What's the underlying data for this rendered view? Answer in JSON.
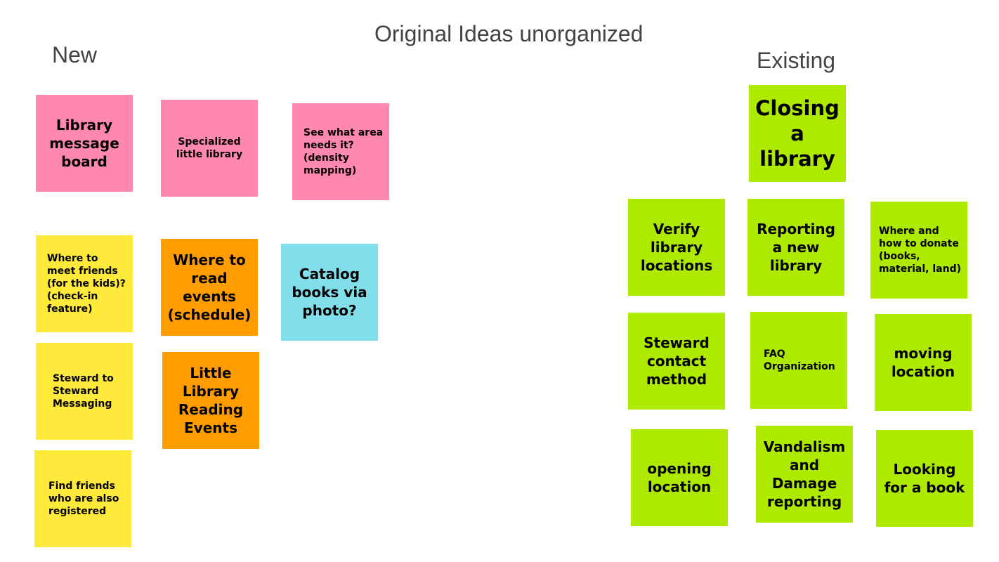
{
  "title": "Original Ideas unorganized",
  "columns": {
    "new_label": "New",
    "existing_label": "Existing"
  },
  "colors": {
    "pink": "#ff88b2",
    "yellow": "#ffe93b",
    "orange": "#ff9d00",
    "cyan": "#80dfea",
    "green": "#aeea00",
    "heading": "#434343"
  },
  "new_notes": {
    "message_board": "Library message board",
    "specialized": "Specialized little library",
    "density": "See what area needs it? (density mapping)",
    "meet_friends": "Where to meet friends (for the kids)? (check-in feature)",
    "read_events": "Where to read events (schedule)",
    "catalog": "Catalog books via photo?",
    "steward_messaging": "Steward to Steward Messaging",
    "reading_events": "Little Library Reading Events",
    "find_friends": "Find friends who are also registered"
  },
  "existing_notes": {
    "closing": "Closing a library",
    "verify": "Verify library locations",
    "reporting": "Reporting a new library",
    "donate": "Where and how to donate (books, material, land)",
    "steward_contact": "Steward contact method",
    "faq": "FAQ Organization",
    "moving": "moving location",
    "opening": "opening location",
    "vandalism": "Vandalism and Damage reporting",
    "looking": "Looking for a book"
  }
}
